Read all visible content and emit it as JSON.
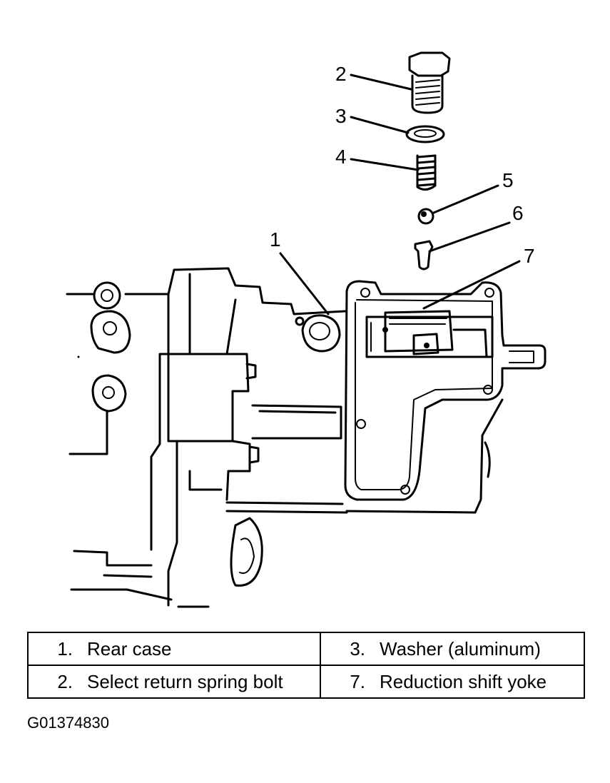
{
  "callouts": [
    "1",
    "2",
    "3",
    "4",
    "5",
    "6",
    "7"
  ],
  "legend": {
    "rows": [
      [
        {
          "num": "1.",
          "label": "Rear case"
        },
        {
          "num": "3.",
          "label": "Washer (aluminum)"
        }
      ],
      [
        {
          "num": "2.",
          "label": "Select return spring bolt"
        },
        {
          "num": "7.",
          "label": "Reduction shift yoke"
        }
      ]
    ]
  },
  "figure_code": "G01374830"
}
